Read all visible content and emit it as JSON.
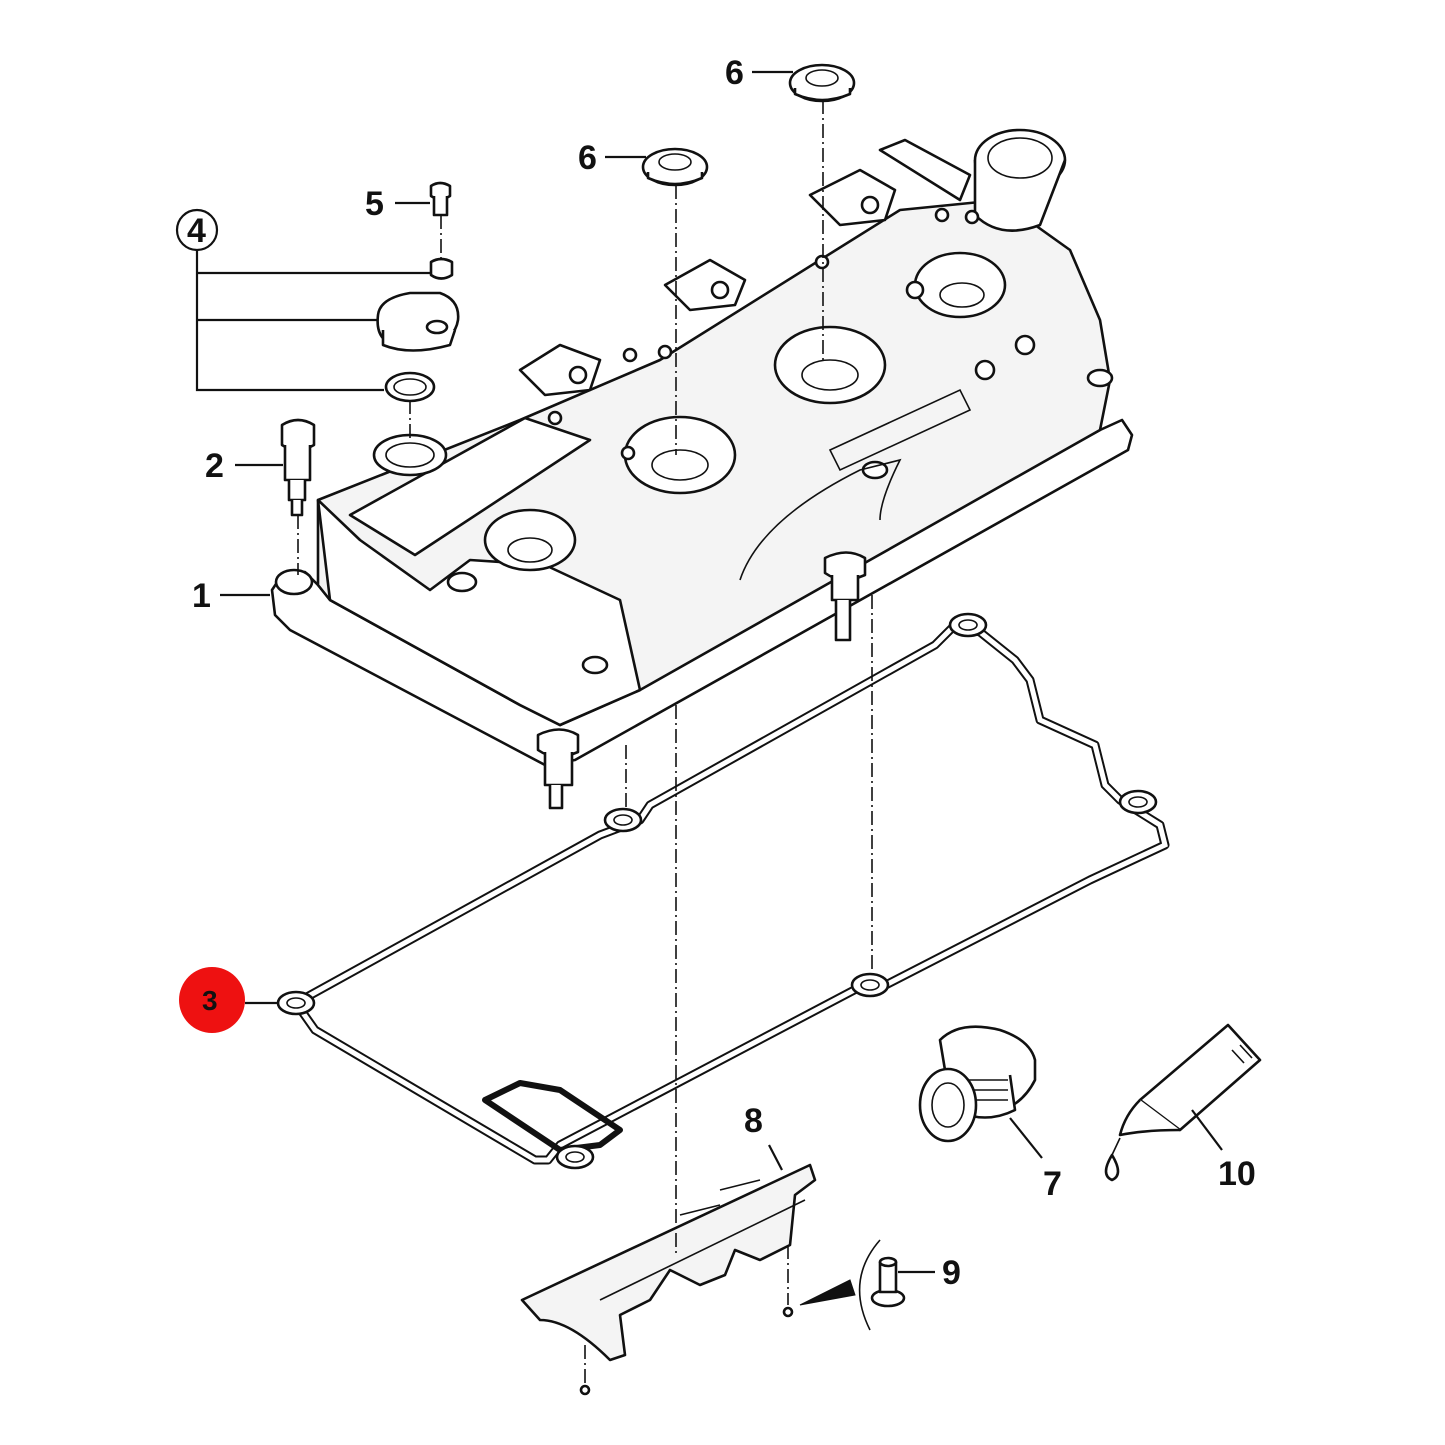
{
  "diagram": {
    "callouts": [
      {
        "id": "1",
        "label": "1"
      },
      {
        "id": "2",
        "label": "2"
      },
      {
        "id": "3",
        "label": "3"
      },
      {
        "id": "4",
        "label": "4"
      },
      {
        "id": "5",
        "label": "5"
      },
      {
        "id": "6a",
        "label": "6"
      },
      {
        "id": "6b",
        "label": "6"
      },
      {
        "id": "7",
        "label": "7"
      },
      {
        "id": "8",
        "label": "8"
      },
      {
        "id": "9",
        "label": "9"
      },
      {
        "id": "10",
        "label": "10"
      }
    ],
    "highlight_color": "#ee1111",
    "highlighted_callout": "3"
  }
}
